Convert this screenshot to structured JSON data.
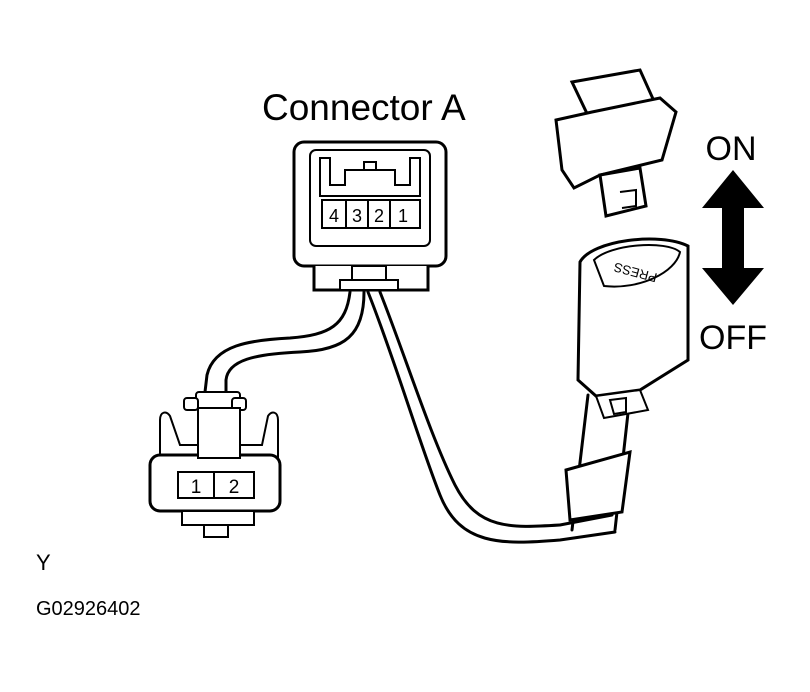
{
  "title": "Connector A",
  "connector_a": {
    "pins": [
      "4",
      "3",
      "2",
      "1"
    ]
  },
  "connector_b": {
    "pins": [
      "1",
      "2"
    ]
  },
  "buckle": {
    "press_label": "PRESS"
  },
  "arrow": {
    "on_label": "ON",
    "off_label": "OFF"
  },
  "footer": {
    "code": "Y",
    "figure_id": "G02926402"
  }
}
